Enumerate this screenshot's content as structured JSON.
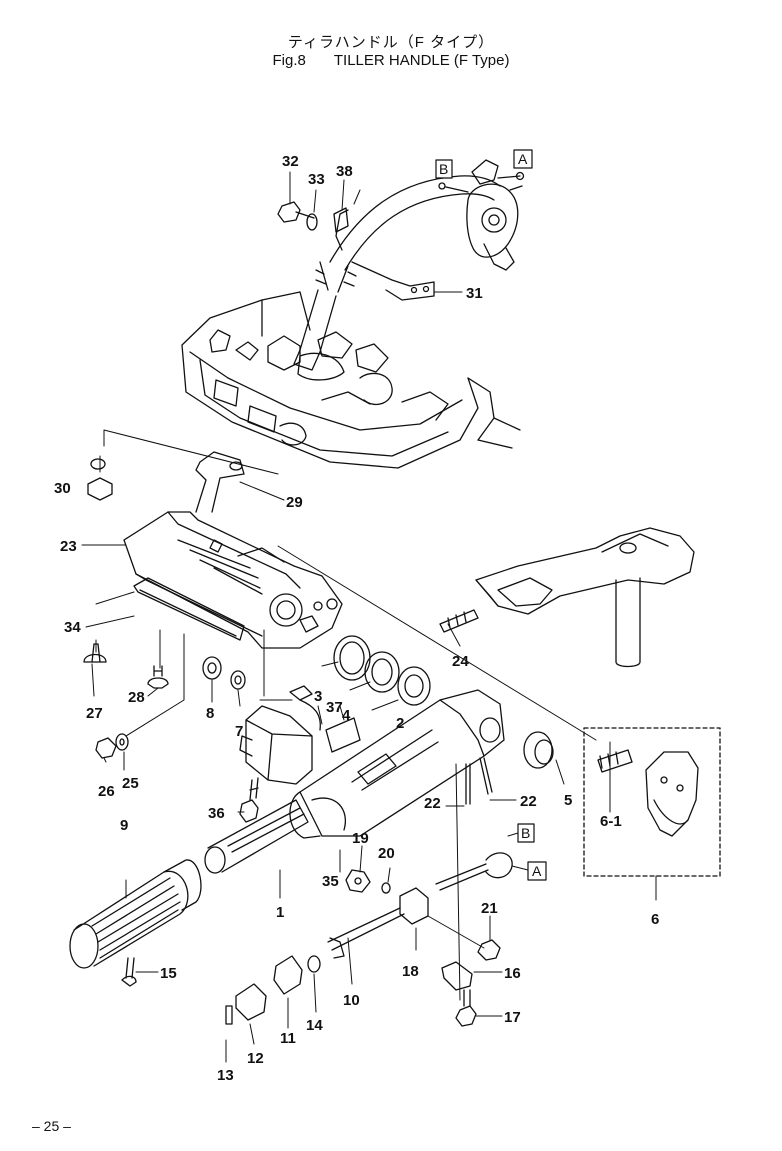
{
  "title": {
    "japanese": "ティラハンドル（F タイプ）",
    "figure": "Fig.8",
    "english": "TILLER HANDLE (F Type)"
  },
  "callouts": {
    "p1": "1",
    "p2": "2",
    "p3": "3",
    "p4": "4",
    "p5": "5",
    "p6": "6",
    "p6_1": "6-1",
    "p7": "7",
    "p8": "8",
    "p9": "9",
    "p10": "10",
    "p11": "11",
    "p12": "12",
    "p13": "13",
    "p14": "14",
    "p15": "15",
    "p16": "16",
    "p17": "17",
    "p18": "18",
    "p19": "19",
    "p20": "20",
    "p21": "21",
    "p22a": "22",
    "p22b": "22",
    "p23": "23",
    "p24": "24",
    "p25": "25",
    "p26": "26",
    "p27": "27",
    "p28": "28",
    "p29": "29",
    "p30": "30",
    "p31": "31",
    "p32": "32",
    "p33": "33",
    "p34": "34",
    "p35": "35",
    "p36": "36",
    "p37": "37",
    "p38": "38"
  },
  "reference_markers": {
    "a_top": "A",
    "b_top": "B",
    "a_bottom": "A",
    "b_bottom": "B"
  },
  "page_number": "– 25 –"
}
